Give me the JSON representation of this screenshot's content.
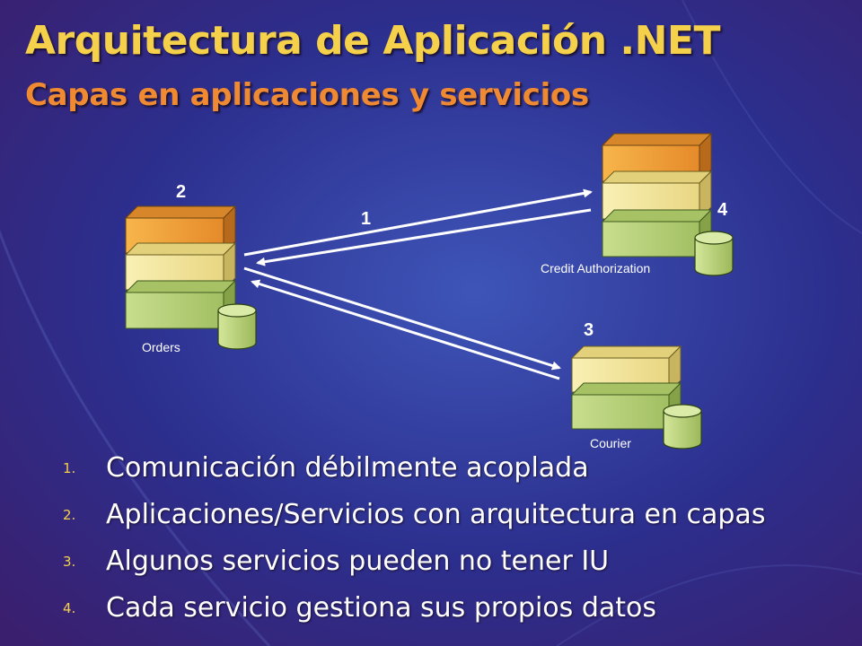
{
  "slide": {
    "title": "Arquitectura de Aplicación .NET",
    "subtitle": "Capas en aplicaciones y servicios"
  },
  "diagram": {
    "nodes": [
      {
        "id": "orders",
        "label": "Orders",
        "number": "2",
        "layers": [
          "orange",
          "yellow",
          "green"
        ]
      },
      {
        "id": "credit",
        "label": "Credit Authorization",
        "number": "4",
        "layers": [
          "orange",
          "yellow",
          "green"
        ]
      },
      {
        "id": "courier",
        "label": "Courier",
        "number": "3",
        "layers": [
          "yellow",
          "green"
        ]
      }
    ],
    "links": [
      {
        "from": "orders",
        "to": "credit",
        "number": "1",
        "bidirectional": true
      },
      {
        "from": "orders",
        "to": "courier",
        "bidirectional": true
      }
    ]
  },
  "points": [
    {
      "num": "1.",
      "text": "Comunicación débilmente acoplada"
    },
    {
      "num": "2.",
      "text": "Aplicaciones/Servicios con arquitectura en capas"
    },
    {
      "num": "3.",
      "text": "Algunos servicios pueden no tener IU"
    },
    {
      "num": "4.",
      "text": "Cada servicio gestiona sus propios datos"
    }
  ],
  "colors": {
    "title": "#f5d04a",
    "subtitle": "#ef8a32",
    "background": "#2c2f8e",
    "layer_orange": "#f0a53c",
    "layer_yellow": "#f4e79c",
    "layer_green": "#b9d37a"
  }
}
